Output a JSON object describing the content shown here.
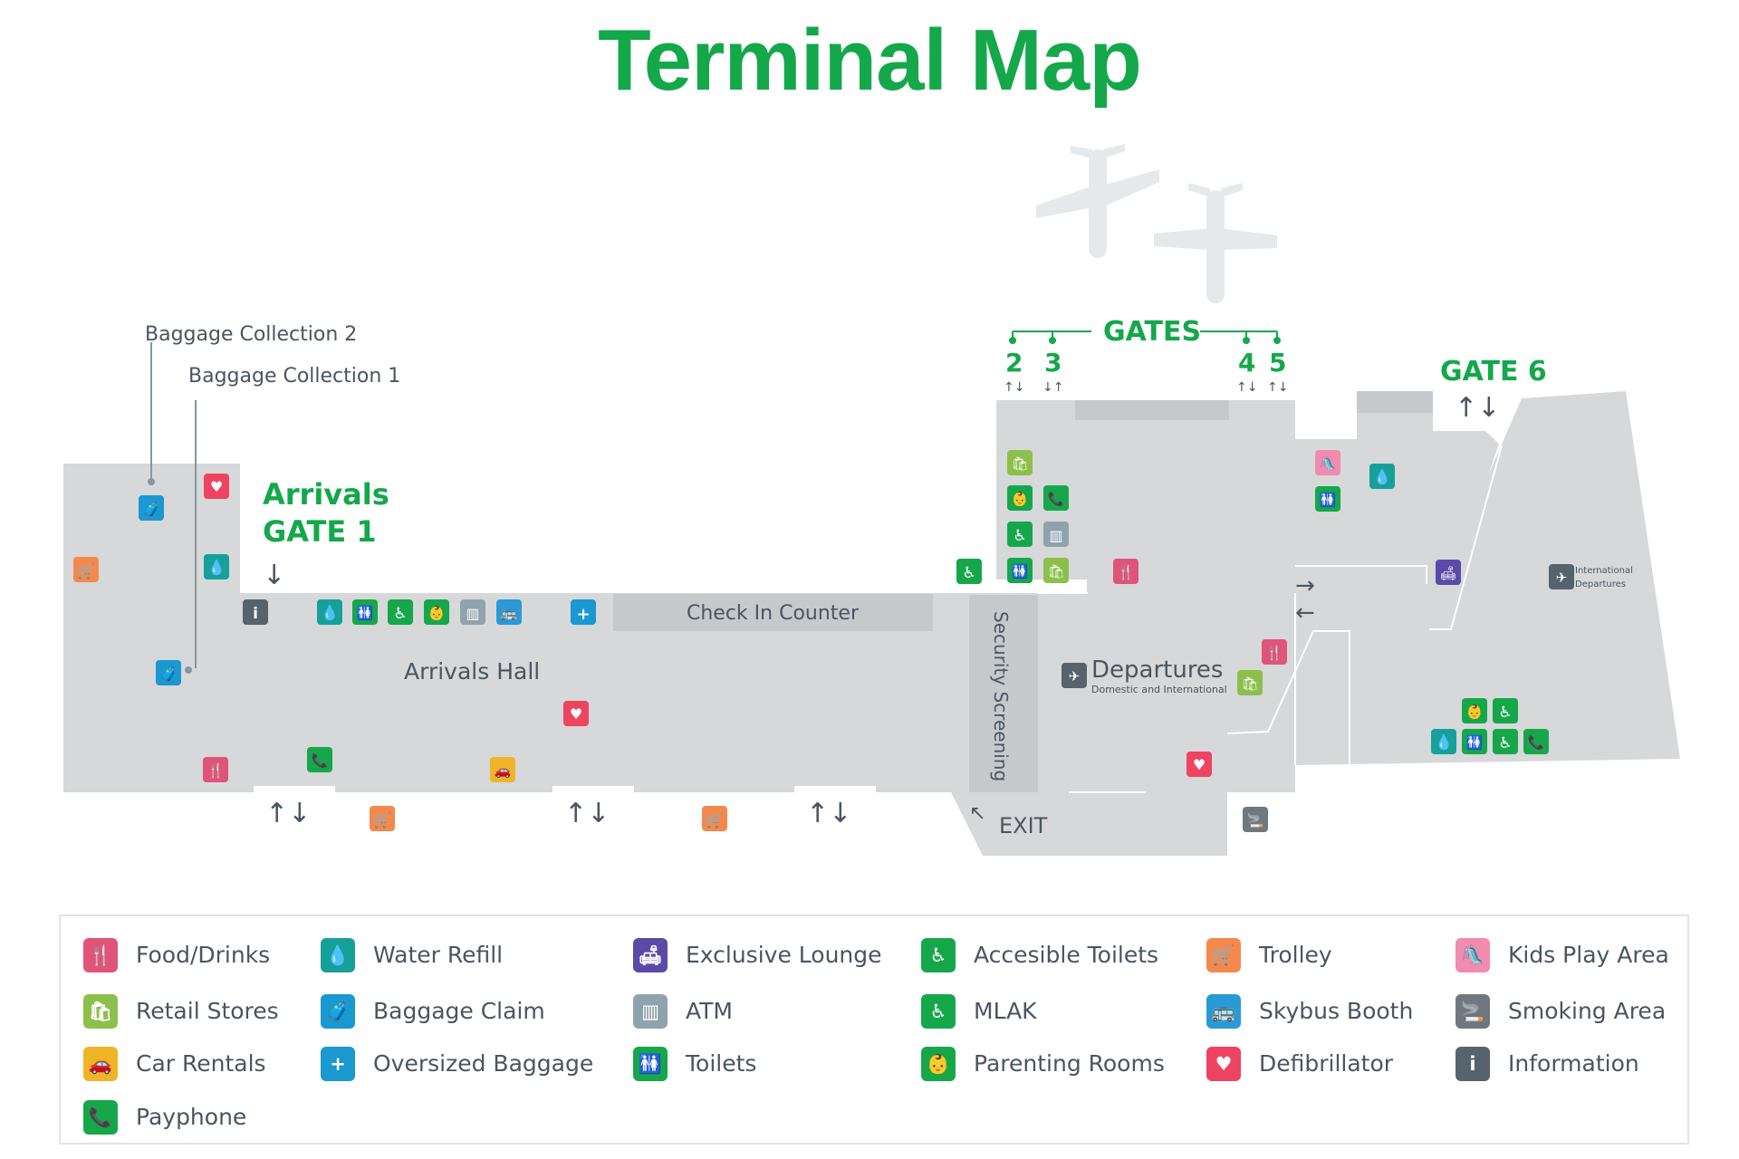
{
  "title": "Terminal Map",
  "colors": {
    "brand_green": "#14a84b",
    "floor": "#d6d8da",
    "floor_dark": "#c6c9cc",
    "plane": "#e6e9ec",
    "text": "#4a5560"
  },
  "map": {
    "baggage_collection_2": "Baggage Collection 2",
    "baggage_collection_1": "Baggage Collection 1",
    "arrivals": "Arrivals",
    "gate_1": "GATE 1",
    "arrivals_hall": "Arrivals Hall",
    "check_in_counter": "Check In Counter",
    "security_screening": "Security Screening",
    "departures": "Departures",
    "departures_sub": "Domestic and International",
    "exit": "EXIT",
    "gates_header": "GATES",
    "gate_2": "2",
    "gate_3": "3",
    "gate_4": "4",
    "gate_5": "5",
    "gate_6": "GATE 6",
    "intl_departures_1": "International",
    "intl_departures_2": "Departures"
  },
  "legend": [
    {
      "label": "Food/Drinks",
      "icon": "food-drinks-icon",
      "color": "#e0547a",
      "glyph": "🍴"
    },
    {
      "label": "Retail Stores",
      "icon": "retail-stores-icon",
      "color": "#8cc04b",
      "glyph": "🛍"
    },
    {
      "label": "Car Rentals",
      "icon": "car-rentals-icon",
      "color": "#f0b429",
      "glyph": "🚗"
    },
    {
      "label": "Payphone",
      "icon": "payphone-icon",
      "color": "#16a74a",
      "glyph": "📞"
    },
    {
      "label": "Water Refill",
      "icon": "water-refill-icon",
      "color": "#17a09a",
      "glyph": "💧"
    },
    {
      "label": "Baggage Claim",
      "icon": "baggage-claim-icon",
      "color": "#1a98d0",
      "glyph": "🧳"
    },
    {
      "label": "Oversized Baggage",
      "icon": "oversized-baggage-icon",
      "color": "#1a98d0",
      "glyph": "+"
    },
    {
      "label": "Exclusive Lounge",
      "icon": "exclusive-lounge-icon",
      "color": "#5b4aa8",
      "glyph": "🛋"
    },
    {
      "label": "ATM",
      "icon": "atm-icon",
      "color": "#8fa3ad",
      "glyph": "▥"
    },
    {
      "label": "Toilets",
      "icon": "toilets-icon",
      "color": "#16a74a",
      "glyph": "🚻"
    },
    {
      "label": "Accesible Toilets",
      "icon": "accessible-toilets-icon",
      "color": "#16a74a",
      "glyph": "♿"
    },
    {
      "label": "MLAK",
      "icon": "mlak-icon",
      "color": "#16a74a",
      "glyph": "♿"
    },
    {
      "label": "Parenting Rooms",
      "icon": "parenting-rooms-icon",
      "color": "#16a74a",
      "glyph": "👶"
    },
    {
      "label": "Trolley",
      "icon": "trolley-icon",
      "color": "#f5894d",
      "glyph": "🛒"
    },
    {
      "label": "Skybus Booth",
      "icon": "skybus-booth-icon",
      "color": "#2a9ad6",
      "glyph": "🚌"
    },
    {
      "label": "Defibrillator",
      "icon": "defibrillator-icon",
      "color": "#ee4462",
      "glyph": "♥"
    },
    {
      "label": "Kids Play Area",
      "icon": "kids-play-area-icon",
      "color": "#f28bb0",
      "glyph": "🛝"
    },
    {
      "label": "Smoking Area",
      "icon": "smoking-area-icon",
      "color": "#6f7880",
      "glyph": "🚬"
    },
    {
      "label": "Information",
      "icon": "information-icon",
      "color": "#56626c",
      "glyph": "i"
    }
  ]
}
